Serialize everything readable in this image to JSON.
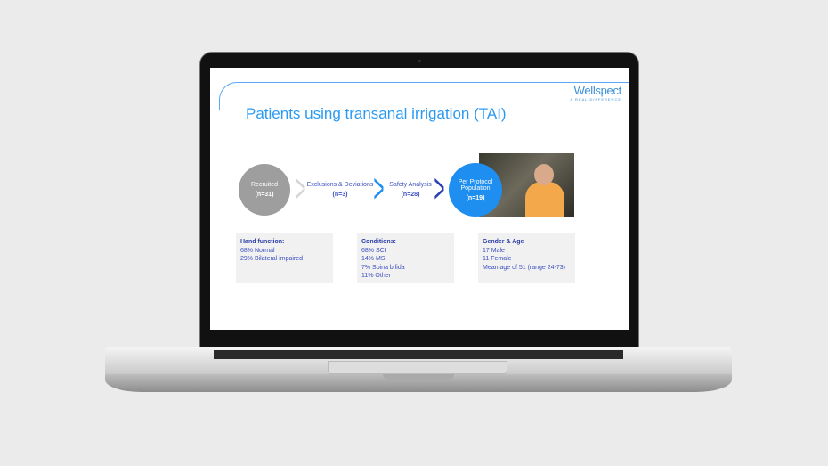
{
  "slide": {
    "title": "Patients using transanal irrigation (TAI)",
    "logo": {
      "name": "Wellspect",
      "tagline": "A REAL DIFFERENCE"
    },
    "flow": [
      {
        "label": "Recruited",
        "n": "(n=31)"
      },
      {
        "label": "Exclusions & Deviations",
        "n": "(n=3)"
      },
      {
        "label": "Safety Analysis",
        "n": "(n=28)"
      },
      {
        "label": "Per Protocol Population",
        "n": "(n=19)"
      }
    ],
    "boxes": [
      {
        "heading": "Hand function:",
        "lines": [
          "68% Normal",
          "29% Bilateral impaired"
        ]
      },
      {
        "heading": "Conditions:",
        "lines": [
          "68% SCI",
          "14% MS",
          "7% Spina bifida",
          "11% Other"
        ]
      },
      {
        "heading": "Gender & Age",
        "lines": [
          "17 Male",
          "11 Female",
          "Mean age of 51 (range 24-73)"
        ]
      }
    ],
    "colors": {
      "accent": "#2b9af3",
      "text": "#3c4fbf",
      "grey": "#9e9e9e",
      "chevron1": "#1e8ff0",
      "chevron2": "#2a3fb0"
    }
  }
}
